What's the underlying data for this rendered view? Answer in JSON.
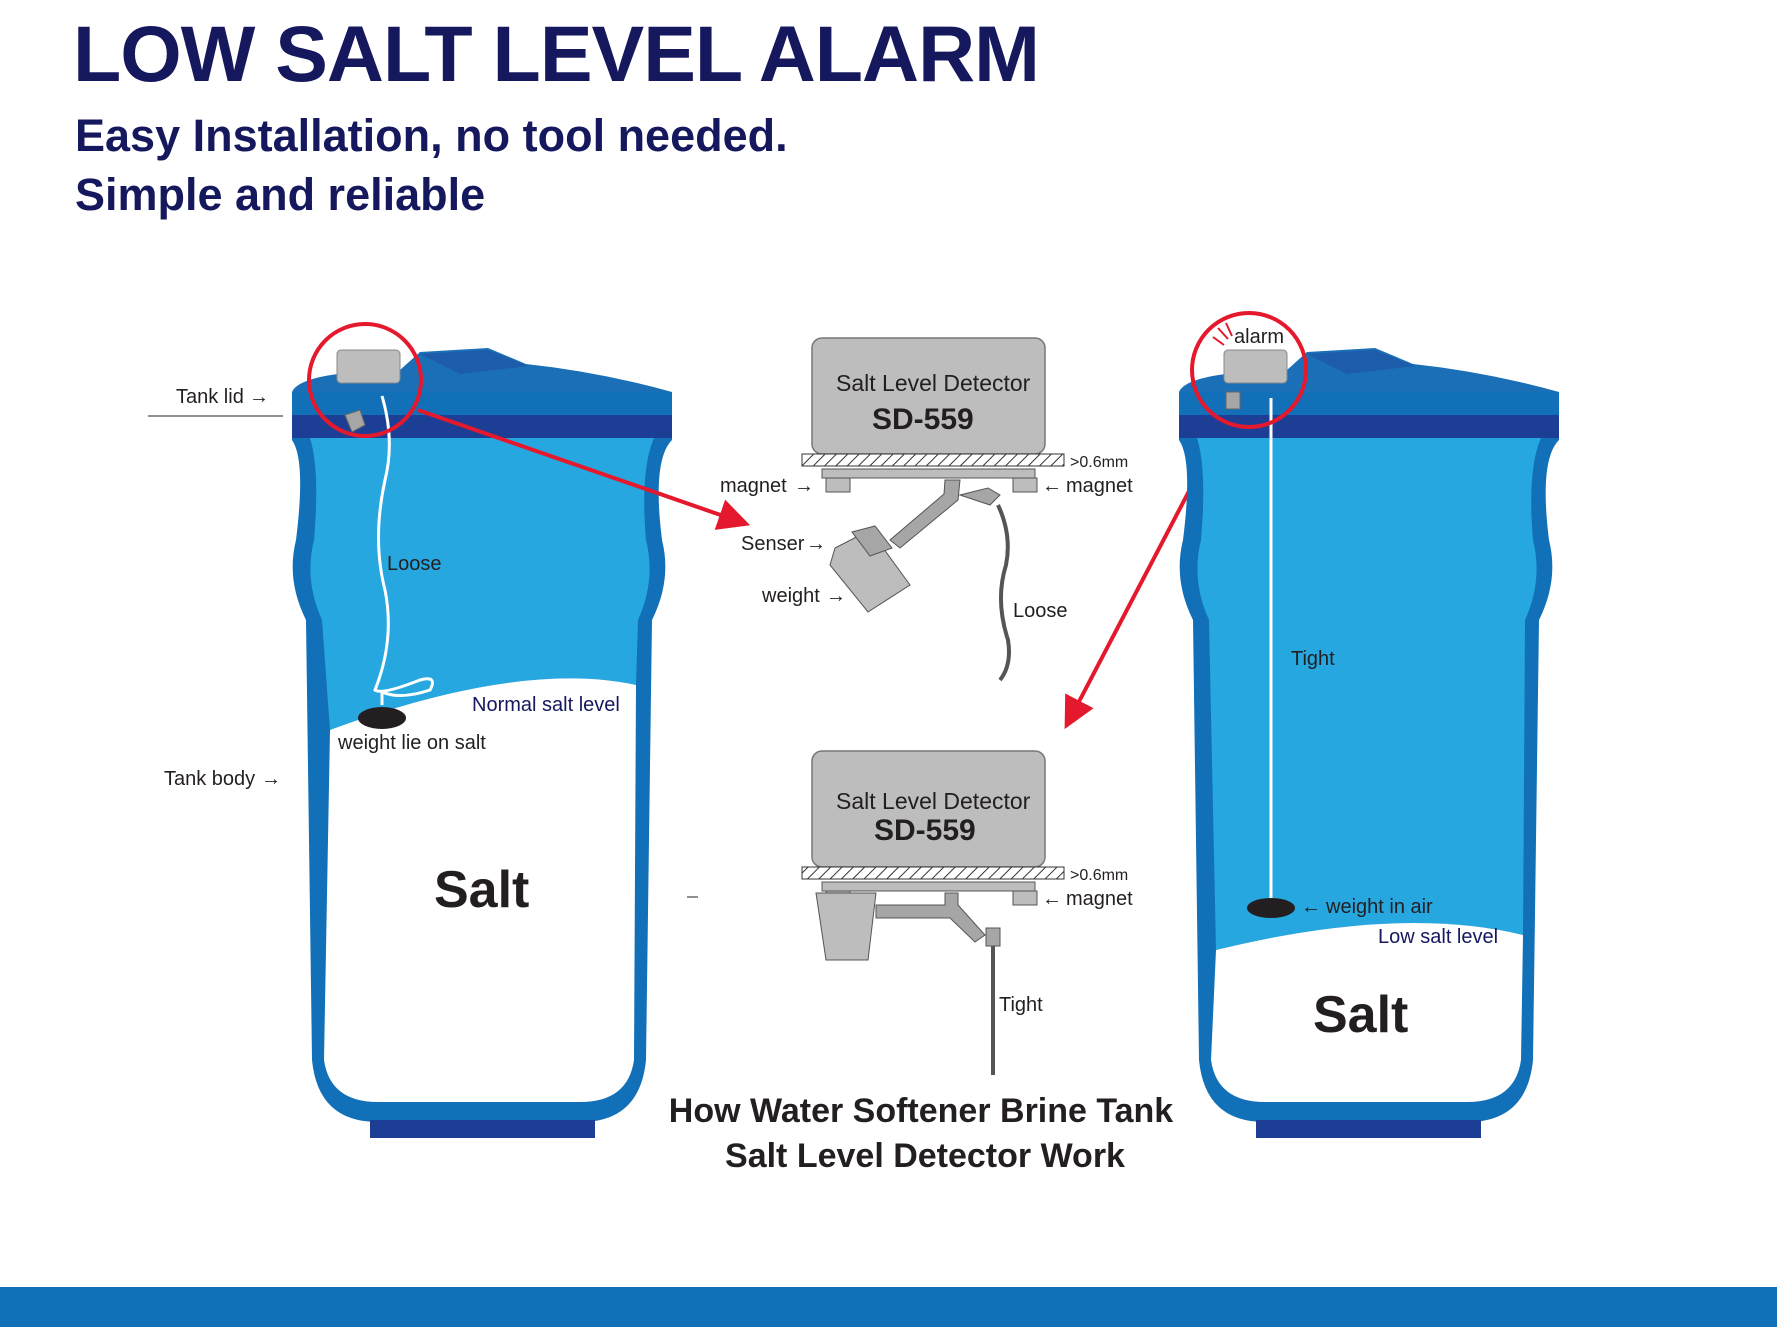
{
  "header": {
    "title": "LOW SALT LEVEL ALARM",
    "subtitle_line1": "Easy Installation, no tool needed.",
    "subtitle_line2": "Simple and reliable"
  },
  "left_tank": {
    "tank_lid_label": "Tank lid",
    "tank_body_label": "Tank body",
    "loose_label": "Loose",
    "normal_level_label": "Normal salt level",
    "weight_label": "weight lie on salt",
    "salt_label": "Salt"
  },
  "detector_top": {
    "name": "Salt Level Detector",
    "model": "SD-559",
    "gap": ">0.6mm",
    "magnet_left": "magnet",
    "magnet_right": "magnet",
    "senser": "Senser",
    "weight": "weight",
    "loose": "Loose"
  },
  "detector_bottom": {
    "name": "Salt Level Detector",
    "model": "SD-559",
    "gap": ">0.6mm",
    "magnet_right": "magnet",
    "tight": "Tight"
  },
  "right_tank": {
    "alarm_label": "alarm",
    "tight_label": "Tight",
    "weight_label": "weight in air",
    "low_level_label": "Low salt level",
    "salt_label": "Salt"
  },
  "caption": {
    "line1": "How Water Softener Brine Tank",
    "line2": "Salt Level Detector Work"
  },
  "colors": {
    "navy": "#16185e",
    "tank_blue": "#1170b8",
    "water_blue": "#27a7e0",
    "band_blue": "#1c3f95",
    "alarm_red": "#e5192d",
    "device_gray": "#bdbdbd"
  }
}
